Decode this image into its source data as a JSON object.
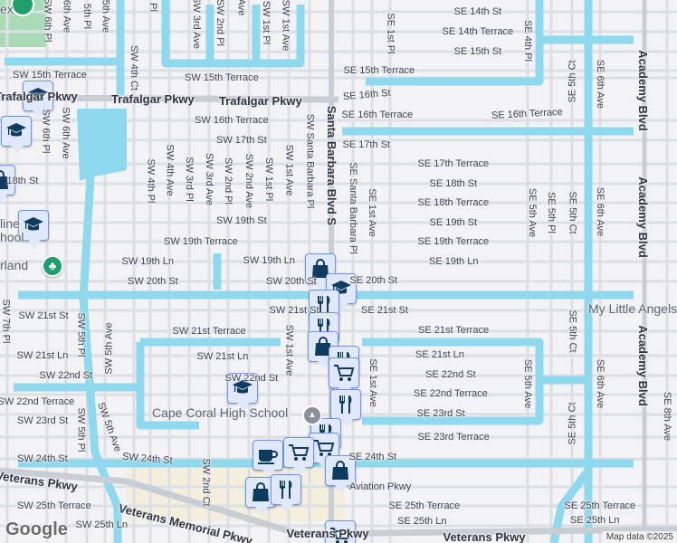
{
  "colors": {
    "background": "#f3f2f4",
    "water": "#8fd9ee",
    "road": "#dce0e5",
    "major_road": "#c9ced5",
    "park": "#a9dcb6",
    "commercial": "#f4eedd",
    "pin_fill": "#dfe9fb",
    "pin_border": "#6f97e0",
    "icon": "#0f3c5e",
    "park_icon": "#1e9e6a"
  },
  "streets": [
    "SE 14th St",
    "SE 14th Terrace",
    "SE 15th St",
    "SW 15th Terrace",
    "SW 15th Terrace",
    "SE 15th Terrace",
    "Trafalgar Pkwy",
    "Trafalgar Pkwy",
    "Trafalgar Pkwy",
    "SE 16th St",
    "SW 16th Terrace",
    "SE 16th Terrace",
    "SE 16th Terrace",
    "SW 17th St",
    "SE 17th St",
    "SE 17th Terrace",
    "SE 18th St",
    "SE 18th Terrace",
    "SE 19th St",
    "SE 19th Terrace",
    "SE 19th Ln",
    "18th St",
    "SW 19th St",
    "SW 19th Terrace",
    "SW 19th Ln",
    "SW 19th Ln",
    "SW 20th St",
    "SW 20th St",
    "SE 20th St",
    "SW 21st St",
    "SW 21st St",
    "SE 21st St",
    "SW 21st Terrace",
    "SE 21st Terrace",
    "SW 21st Ln",
    "SW 21st Ln",
    "SE 21st Ln",
    "SW 22nd St",
    "SW 22nd St",
    "SE 22nd St",
    "SW 22nd Terrace",
    "SE 22nd Terrace",
    "SW 23rd St",
    "SE 23rd St",
    "SE 23rd Terrace",
    "SW 24th St",
    "SW 24th St",
    "SE 24th St",
    "Aviation Pkwy",
    "SW 25th Terrace",
    "SE 25th Terrace",
    "SE 25th Terrace",
    "SW 25th Ln",
    "SE 25th Ln",
    "SE 25th Ln",
    "Veterans Pkwy",
    "Veterans Memorial Pkwy",
    "Veterans Pkwy",
    "Veterans Pkwy",
    "SW 6th Pl",
    "6th Ave",
    "5th Pl",
    "5th Ave",
    "Pl",
    "SW 3rd Ave",
    "SW 2nd Pl",
    "Ave",
    "SW 1st Pl",
    "SW 1st Ave",
    "SW 4th Ct",
    "SW 6th Pl",
    "SW 6th Ave",
    "SW 4th Pl",
    "SW 4th Ave",
    "SW 3rd Pl",
    "SW 3rd Ave",
    "SW 2nd Pl",
    "SW 2nd Ave",
    "SW 1st Pl",
    "SW 1st Ave",
    "SW Santa Barbara Pl",
    "Santa Barbara Blvd S",
    "SE 1st Pl",
    "SE 4th Pl",
    "SE 5th Ct",
    "SE 6th Ave",
    "Academy Blvd",
    "SE Santa Barbara Pl",
    "SE 1st Ave",
    "SE 5th Ave",
    "SE 5th Pl",
    "SE 5th Ct",
    "SE 6th Ave",
    "Academy Blvd",
    "SW 7th Pl",
    "SW 5th Pl",
    "SW 5th Ave",
    "SW 5th Pl",
    "SW 5th Ave",
    "SW 1st Ave",
    "SE 1st Ave",
    "SE 5th Ave",
    "SE 5th Ct",
    "SE 5th Ct",
    "SE 6th Ave",
    "Academy Blvd",
    "SE 8th Ave",
    "SW 2nd Ct"
  ],
  "places": {
    "high_school": "Cape Coral High School",
    "daycare": "My Little Angels",
    "partial_left_1": "line",
    "partial_left_2": "hool",
    "partial_left_3": "rland",
    "partial_top": "ex"
  },
  "markers": [
    "school",
    "school",
    "shopping",
    "school",
    "shopping",
    "school",
    "restaurant",
    "restaurant",
    "shopping",
    "restaurant",
    "cart",
    "restaurant",
    "school",
    "restaurant",
    "cart",
    "coffee",
    "cart",
    "shopping",
    "shopping",
    "restaurant",
    "cart"
  ],
  "park_icon": "tree-icon",
  "footer": {
    "logo": "Google",
    "attribution": "Map data ©2025"
  }
}
